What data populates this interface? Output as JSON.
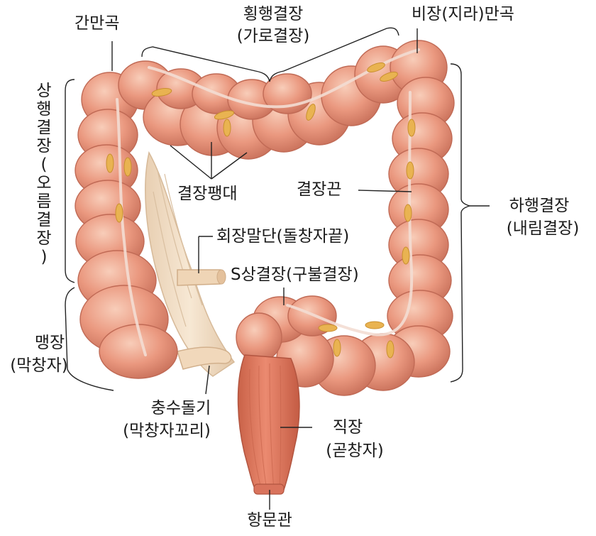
{
  "labels": {
    "hepatic_flexure": "간만곡",
    "transverse_colon": "횡행결장",
    "transverse_colon_alt": "(가로결장)",
    "splenic_flexure": "비장(지라)만곡",
    "ascending_colon_chars": [
      "상",
      "행",
      "결",
      "장",
      "(",
      "오",
      "름",
      "결",
      "장",
      ")"
    ],
    "haustra": "결장팽대",
    "taenia": "결장끈",
    "descending_colon": "하행결장",
    "descending_colon_alt": "(내림결장)",
    "ileum_end": "회장말단(돌창자끝)",
    "sigmoid_colon": "S상결장(구불결장)",
    "cecum": "맹장",
    "cecum_alt": "(막창자)",
    "appendix": "충수돌기",
    "appendix_alt": "(막창자꼬리)",
    "rectum": "직장",
    "rectum_alt": "(곧창자)",
    "anal_canal": "항문관"
  },
  "colors": {
    "colon_fill": "#e9957c",
    "colon_shade": "#c56e58",
    "colon_highlight": "#f6c2ae",
    "taenia_band": "#f3ddd3",
    "fat_tag": "#e9b351",
    "rectum_fill": "#e0775e",
    "mesentery": "#f0dcc0",
    "line": "#222222"
  }
}
